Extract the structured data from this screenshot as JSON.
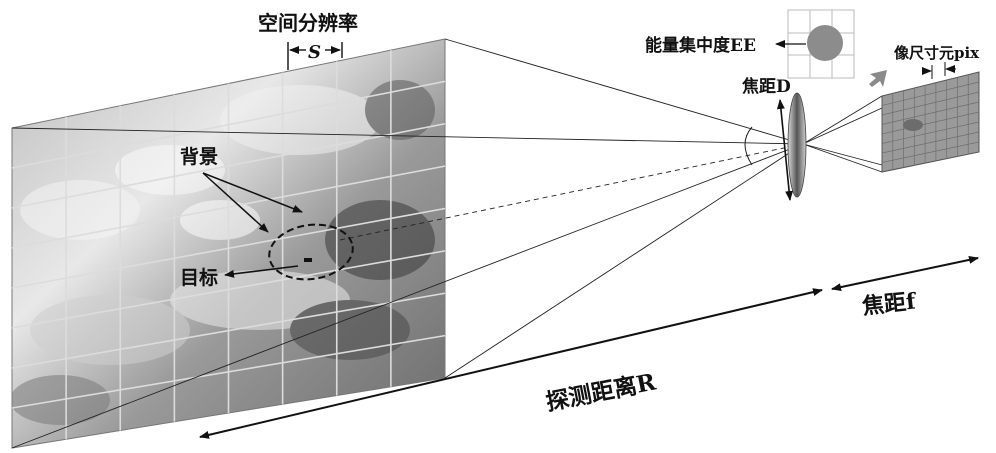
{
  "labels": {
    "spatial_resolution": "空间分辨率",
    "s_symbol": "S",
    "background": "背景",
    "target": "目标",
    "energy_concentration": "能量集中度EE",
    "focal_length_d": "焦距D",
    "pixel_size": "像尺寸元pix",
    "focal_length_f": "焦距f",
    "detection_distance": "探测距离R"
  },
  "colors": {
    "line": "#111111",
    "grid_line": "#dcdcdc",
    "detector": "#9a9a9a",
    "detector_grid": "#6e6e6e",
    "blob": "#8c8c8c",
    "arrow_gray": "#8a8a8a"
  }
}
